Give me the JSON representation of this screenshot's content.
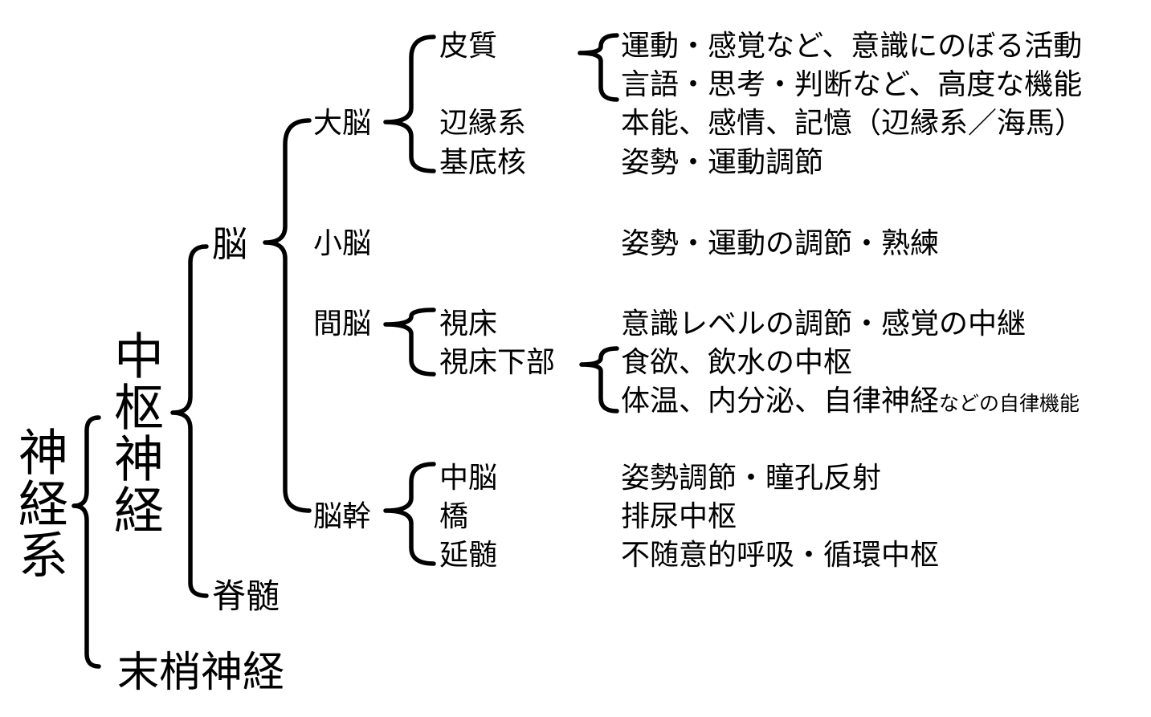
{
  "root": "神経系",
  "cns": "中枢神経",
  "pns": "末梢神経",
  "brain": "脳",
  "spinal_cord": "脊髄",
  "brain_parts": {
    "cerebrum": "大脳",
    "cerebellum": "小脳",
    "diencephalon": "間脳",
    "brainstem": "脳幹"
  },
  "cerebrum_parts": {
    "cortex": "皮質",
    "limbic": "辺縁系",
    "basal_ganglia": "基底核"
  },
  "diencephalon_parts": {
    "thalamus": "視床",
    "hypothalamus": "視床下部"
  },
  "brainstem_parts": {
    "midbrain": "中脳",
    "pons": "橋",
    "medulla": "延髄"
  },
  "functions": {
    "cortex_1": "運動・感覚など、意識にのぼる活動",
    "cortex_2": "言語・思考・判断など、高度な機能",
    "limbic": "本能、感情、記憶（辺縁系／海馬）",
    "basal_ganglia": "姿勢・運動調節",
    "cerebellum": "姿勢・運動の調節・熟練",
    "thalamus": "意識レベルの調節・感覚の中継",
    "hypothalamus_1": "食欲、飲水の中枢",
    "hypothalamus_2_main": "体温、内分泌、自律神経",
    "hypothalamus_2_small": "などの自律機能",
    "midbrain": "姿勢調節・瞳孔反射",
    "pons": "排尿中枢",
    "medulla": "不随意的呼吸・循環中枢"
  }
}
